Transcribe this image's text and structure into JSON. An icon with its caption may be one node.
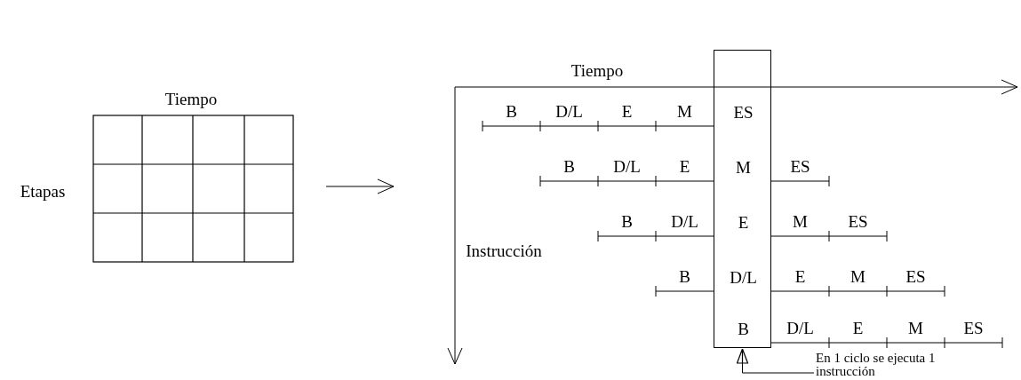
{
  "diagram": {
    "nodes": [
      {
        "text": [
          "ES",
          "M",
          "E",
          "D/L",
          "B"
        ]
      },
      {
        "text": [
          "En 1 ciclo se ejecuta 1 instrucción"
        ]
      }
    ],
    "edges": [
      {
        "from": 1,
        "to": 0,
        "arrow": "to"
      }
    ],
    "labels": [
      "Tiempo",
      "Etapas",
      "Tiempo",
      "B",
      "D/L",
      "E",
      "M",
      "B",
      "D/L",
      "E",
      "ES",
      "B",
      "D/L",
      "M",
      "ES",
      "Instrucción",
      "B",
      "E",
      "M",
      "ES",
      "D/L",
      "E",
      "M",
      "ES"
    ]
  }
}
